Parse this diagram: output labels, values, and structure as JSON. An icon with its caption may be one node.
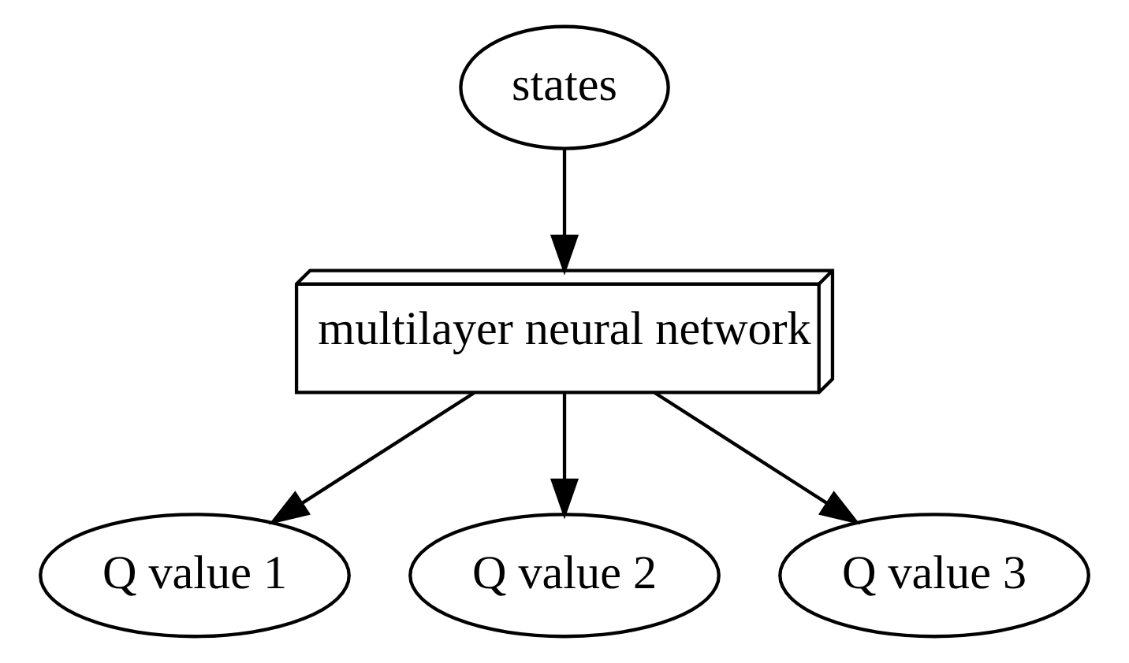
{
  "diagram": {
    "nodes": [
      {
        "text": [
          "states"
        ]
      },
      {
        "text": [
          "multilayer neural network"
        ]
      },
      {
        "text": [
          "Q value 1"
        ]
      },
      {
        "text": [
          "Q value 2"
        ]
      },
      {
        "text": [
          "Q value 3"
        ]
      }
    ],
    "edges": [
      {
        "from": 0,
        "to": 1,
        "arrow": "to"
      },
      {
        "from": 1,
        "to": 2,
        "arrow": "to"
      },
      {
        "from": 1,
        "to": 3,
        "arrow": "to"
      },
      {
        "from": 1,
        "to": 4,
        "arrow": "to"
      }
    ]
  }
}
